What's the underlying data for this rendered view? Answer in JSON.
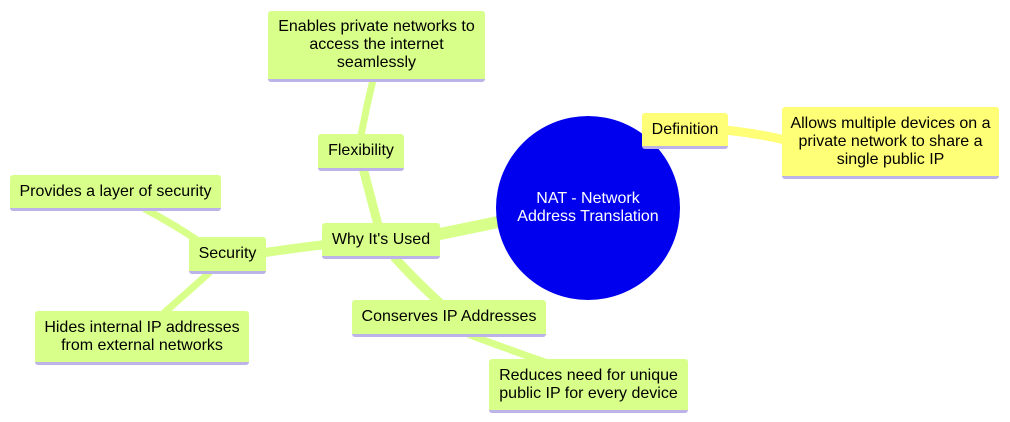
{
  "colors": {
    "root_fill": "#0000ee",
    "root_text": "#ffffff",
    "green_node": "#d8ff8a",
    "yellow_node": "#ffff77",
    "green_edge": "#d8ff8a",
    "yellow_edge": "#ffff77",
    "underline": "#bcb3e8"
  },
  "root": {
    "label": "NAT - Network Address Translation"
  },
  "nodes": {
    "why": "Why It's Used",
    "flexibility": "Flexibility",
    "flexibility_detail": "Enables private networks to access the internet seamlessly",
    "security": "Security",
    "security_layer": "Provides a layer of security",
    "security_hides": "Hides internal IP addresses from external networks",
    "conserves": "Conserves IP Addresses",
    "conserves_detail": "Reduces need for unique public IP for every device",
    "definition": "Definition",
    "definition_detail": "Allows multiple devices on a private network to share a single public IP"
  }
}
